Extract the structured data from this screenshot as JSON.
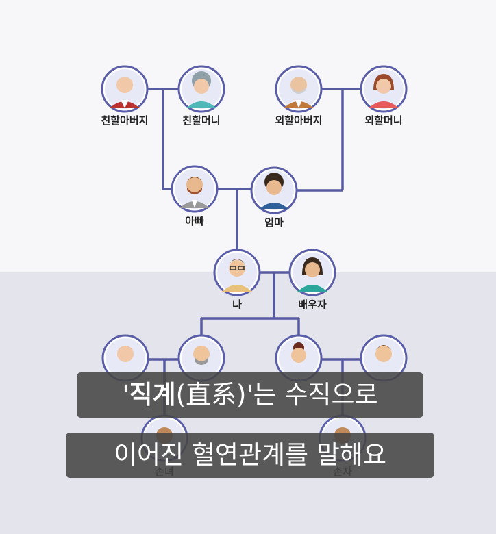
{
  "people": {
    "paternal_grandfather": "친할아버지",
    "paternal_grandmother": "친할머니",
    "maternal_grandfather": "외할아버지",
    "maternal_grandmother": "외할머니",
    "father": "아빠",
    "mother": "엄마",
    "me": "나",
    "spouse": "배우자",
    "grandchild_left": "손녀",
    "grandchild_right": "손자"
  },
  "caption": {
    "line1_open": "'",
    "line1_bold": "직계",
    "line1_rest": "(直系)'는 수직으로",
    "line2": "이어진 혈연관계를 말해요"
  },
  "colors": {
    "line": "#565a9e",
    "ring": "#5a5ea8",
    "caption_bg": "#464646"
  }
}
